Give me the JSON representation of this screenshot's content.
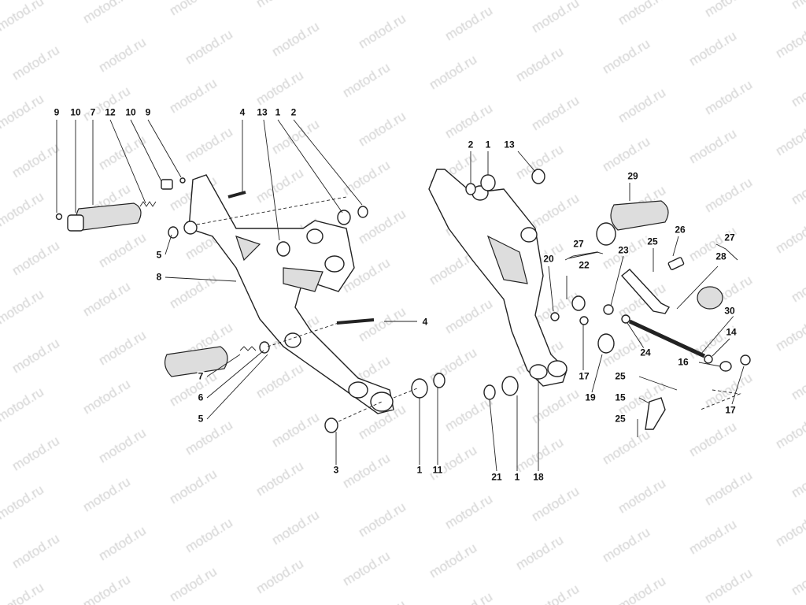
{
  "watermark": "motod.ru",
  "left_assembly": {
    "callouts": [
      "9",
      "10",
      "7",
      "12",
      "10",
      "9",
      "4",
      "13",
      "1",
      "2",
      "5",
      "8",
      "4",
      "7",
      "6",
      "5",
      "3",
      "1",
      "11"
    ]
  },
  "right_assembly": {
    "callouts": [
      "2",
      "1",
      "13",
      "29",
      "27",
      "22",
      "23",
      "25",
      "26",
      "27",
      "28",
      "20",
      "30",
      "14",
      "16",
      "24",
      "17",
      "19",
      "25",
      "15",
      "25",
      "17",
      "21",
      "1",
      "18"
    ]
  }
}
